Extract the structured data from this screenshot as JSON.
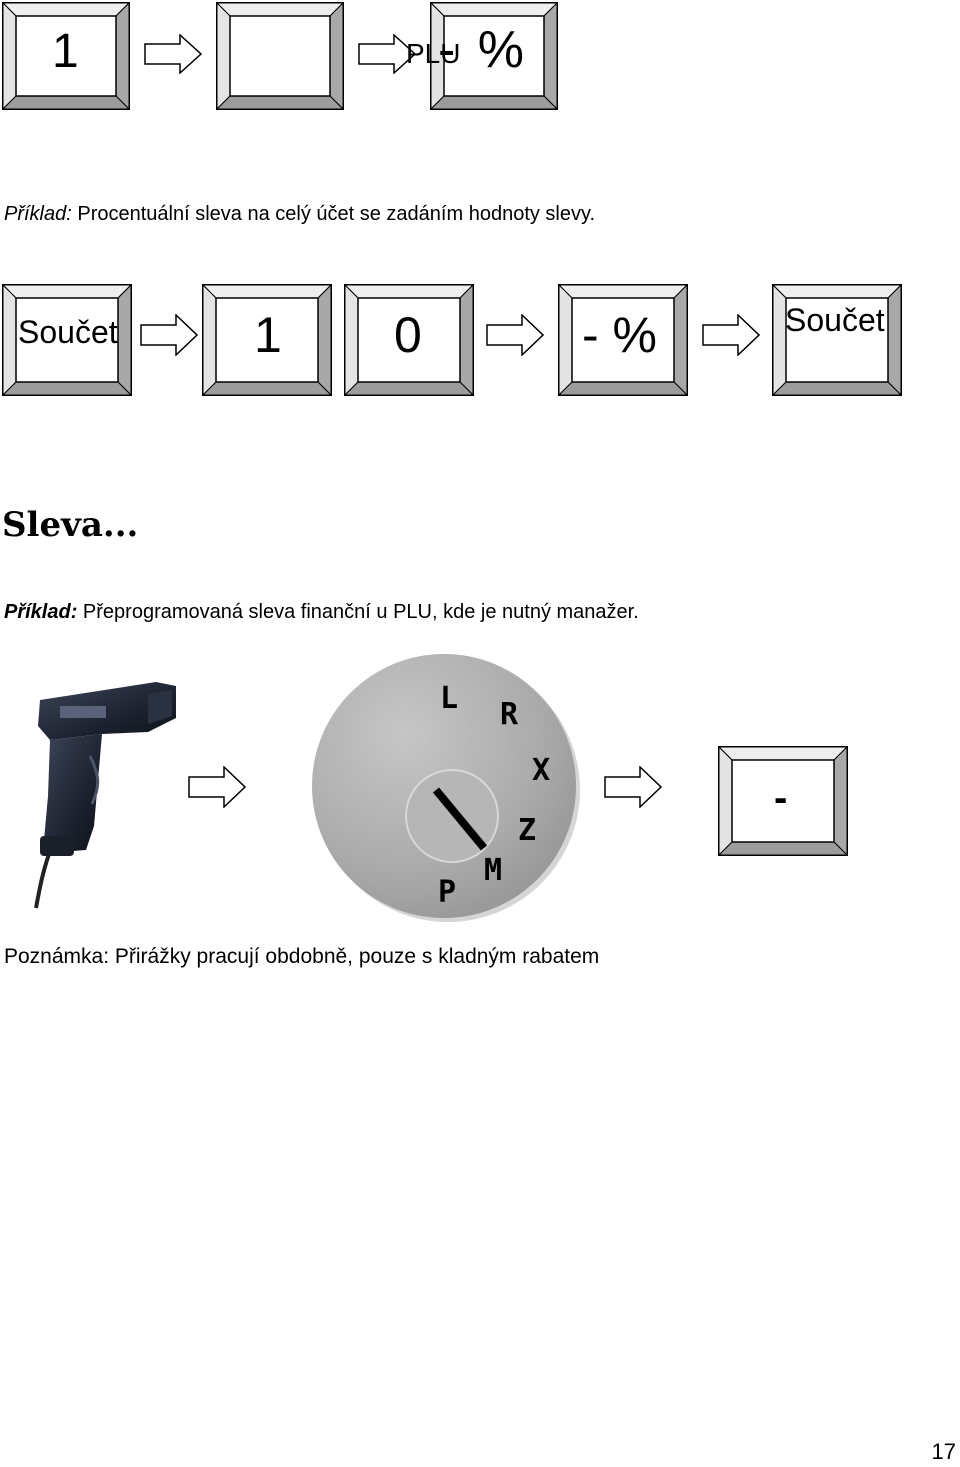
{
  "row1": {
    "key1": "1",
    "key2": "",
    "key3_a": "PLU",
    "key3_b": "- %"
  },
  "example1": {
    "prefix": "Příklad:",
    "text": " Procentuální sleva na celý účet se zadáním hodnoty slevy."
  },
  "row2": {
    "k1": "Součet",
    "k2": "1",
    "k3": "0",
    "k4": "- %",
    "k5": "Součet"
  },
  "section": {
    "heading": "Sleva..."
  },
  "example2": {
    "prefix": "Příklad:",
    "text": " Přeprogramovaná sleva finanční u PLU, kde je nutný manažer."
  },
  "dial": {
    "letters": [
      "L",
      "R",
      "X",
      "Z",
      "M",
      "P"
    ]
  },
  "row3": {
    "minus_key": "-"
  },
  "note": {
    "text": "Poznámka: Přirážky pracují obdobně, pouze s kladným rabatem"
  },
  "page_number": "17"
}
